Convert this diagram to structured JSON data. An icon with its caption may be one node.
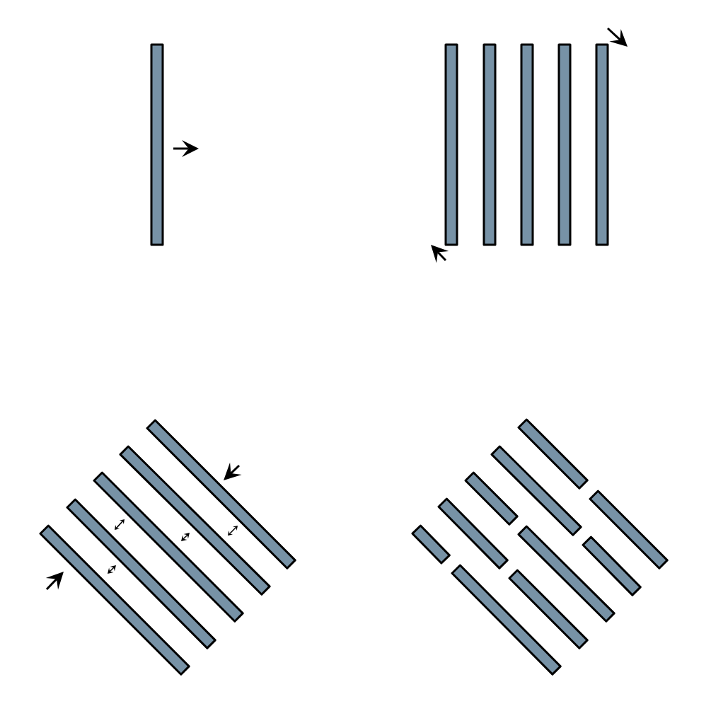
{
  "diagram": {
    "nodes": [
      {
        "text": [],
        "shape": "bar"
      },
      {
        "text": [],
        "shape": "bar"
      },
      {
        "text": [],
        "shape": "bar"
      },
      {
        "text": [],
        "shape": "bar"
      },
      {
        "text": [],
        "shape": "bar"
      },
      {
        "text": [],
        "shape": "bar"
      },
      {
        "text": [],
        "shape": "bar"
      },
      {
        "text": [],
        "shape": "bar"
      },
      {
        "text": [],
        "shape": "bar"
      },
      {
        "text": [],
        "shape": "bar"
      },
      {
        "text": [],
        "shape": "bar"
      },
      {
        "text": [],
        "shape": "bar"
      },
      {
        "text": [],
        "shape": "bar"
      },
      {
        "text": [],
        "shape": "bar"
      },
      {
        "text": [],
        "shape": "bar"
      },
      {
        "text": [],
        "shape": "bar"
      },
      {
        "text": [],
        "shape": "bar"
      },
      {
        "text": [],
        "shape": "bar"
      },
      {
        "text": [],
        "shape": "bar"
      },
      {
        "text": [],
        "shape": "bar"
      },
      {
        "text": [],
        "shape": "bar"
      }
    ]
  }
}
